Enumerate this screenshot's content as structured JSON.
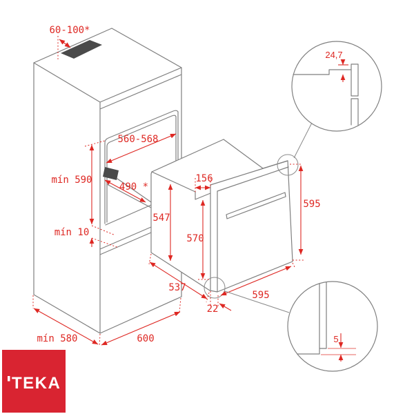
{
  "dimensions": {
    "top_vent": "60-100*",
    "niche_width": "560-568",
    "niche_min_height": "mín 590",
    "min_gap_below": "mín 10",
    "shelf_vent_depth": "490 *",
    "top_recess_depth": "156",
    "body_height": "547",
    "door_height": "570",
    "front_height": "595",
    "body_depth": "537",
    "front_width": "595",
    "front_overhang": "22",
    "cabinet_min_depth": "mín 580",
    "cabinet_width": "600",
    "detail_top_overlap": "24,7",
    "detail_bottom_gap": "5"
  },
  "logo": {
    "brand": "TEKA"
  },
  "colors": {
    "line_gray": "#7f7f7f",
    "dimension_red": "#de2823",
    "vent_fill": "#4a4a4a",
    "logo_background": "#d92431",
    "logo_text": "#ffffff"
  }
}
